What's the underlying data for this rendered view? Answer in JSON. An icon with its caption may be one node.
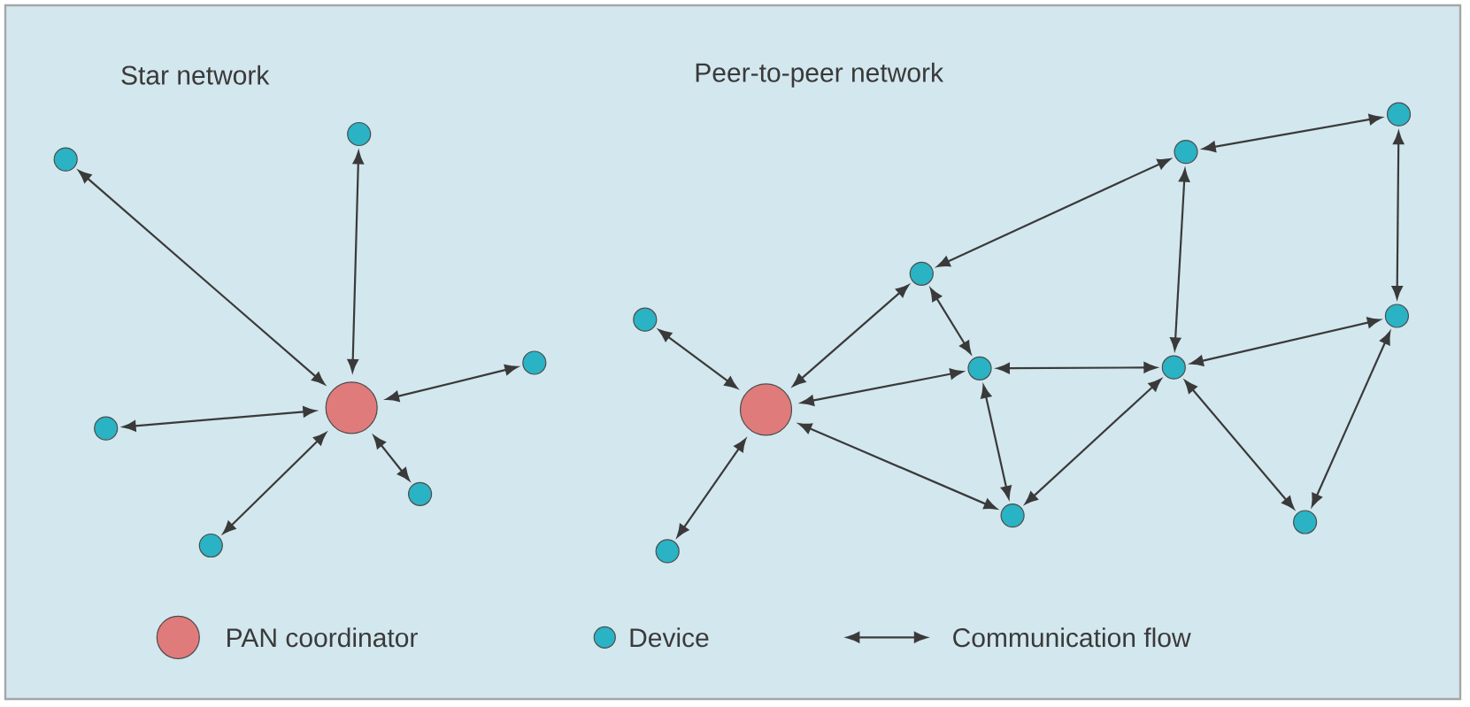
{
  "diagram": {
    "nodes": [
      {
        "text": [],
        "shape": "circle"
      },
      {
        "text": [],
        "shape": "circle"
      },
      {
        "text": [],
        "shape": "circle"
      },
      {
        "text": [],
        "shape": "circle"
      },
      {
        "text": [],
        "shape": "circle"
      },
      {
        "text": [],
        "shape": "circle"
      },
      {
        "text": [],
        "shape": "circle"
      },
      {
        "text": [],
        "shape": "circle"
      },
      {
        "text": [],
        "shape": "circle"
      },
      {
        "text": [],
        "shape": "circle"
      },
      {
        "text": [],
        "shape": "circle"
      },
      {
        "text": [],
        "shape": "circle"
      },
      {
        "text": [],
        "shape": "circle"
      },
      {
        "text": [],
        "shape": "circle"
      },
      {
        "text": [],
        "shape": "circle"
      },
      {
        "text": [],
        "shape": "circle"
      },
      {
        "text": [],
        "shape": "circle"
      },
      {
        "text": [],
        "shape": "circle"
      }
    ],
    "edges": [
      {
        "from": 3,
        "to": 0,
        "arrow": "both"
      },
      {
        "from": 3,
        "to": 1,
        "arrow": "both"
      },
      {
        "from": 3,
        "to": 2,
        "arrow": "both"
      },
      {
        "from": 3,
        "to": 4,
        "arrow": "both"
      },
      {
        "from": 3,
        "to": 5,
        "arrow": "both"
      },
      {
        "from": 3,
        "to": 6,
        "arrow": "both"
      },
      {
        "from": 8,
        "to": 7,
        "arrow": "both"
      },
      {
        "from": 8,
        "to": 9,
        "arrow": "both"
      },
      {
        "from": 8,
        "to": 10,
        "arrow": "both"
      },
      {
        "from": 8,
        "to": 11,
        "arrow": "both"
      },
      {
        "from": 8,
        "to": 12,
        "arrow": "both"
      },
      {
        "from": 10,
        "to": 13,
        "arrow": "both"
      },
      {
        "from": 10,
        "to": 11,
        "arrow": "both"
      },
      {
        "from": 11,
        "to": 15,
        "arrow": "both"
      },
      {
        "from": 11,
        "to": 12,
        "arrow": "both"
      },
      {
        "from": 13,
        "to": 14,
        "arrow": "both"
      },
      {
        "from": 13,
        "to": 15,
        "arrow": "both"
      },
      {
        "from": 14,
        "to": 16,
        "arrow": "both"
      },
      {
        "from": 15,
        "to": 16,
        "arrow": "both"
      },
      {
        "from": 15,
        "to": 12,
        "arrow": "both"
      },
      {
        "from": 15,
        "to": 17,
        "arrow": "both"
      },
      {
        "from": 16,
        "to": 17,
        "arrow": "both"
      }
    ],
    "labels": [
      "Star network",
      "Peer-to-peer network"
    ],
    "legend": [
      {
        "text": "PAN coordinator",
        "color": "#e07b7b"
      },
      {
        "text": "Device",
        "color": "#29b3c4"
      },
      {
        "text": "Communication flow"
      }
    ]
  }
}
